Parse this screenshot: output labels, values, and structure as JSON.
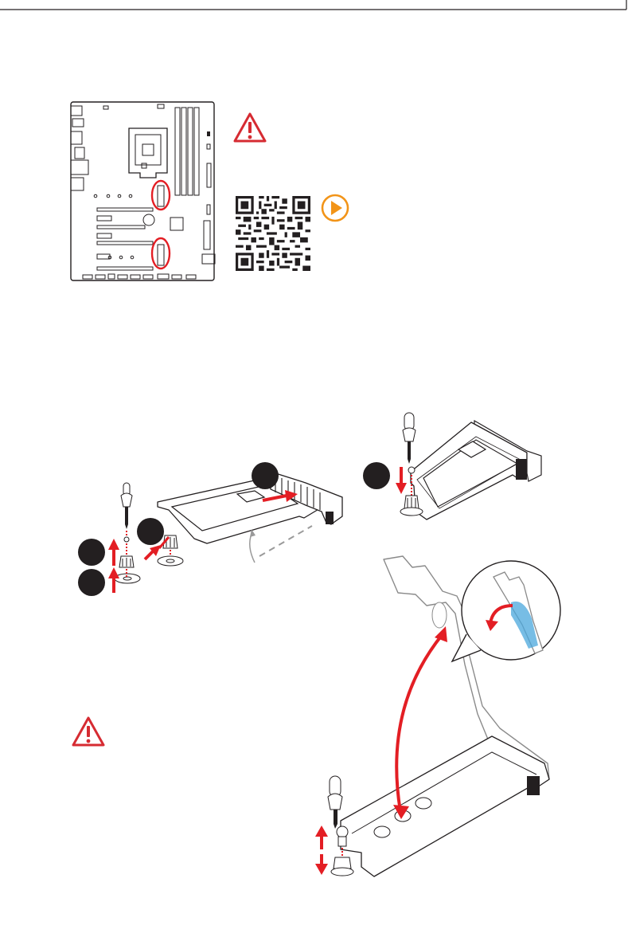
{
  "colors": {
    "ink": "#231f20",
    "line": "#3a3a3a",
    "gray": "#9a9a9a",
    "accent_red": "#e31e24",
    "warning_red": "#d62b32",
    "play_orange": "#f29418",
    "clip_blue": "#4aa7dc"
  },
  "icons": {
    "warning_top": "warning-triangle-icon",
    "warning_bottom": "warning-triangle-icon",
    "video": "play-icon",
    "qr": "qr-code-icon"
  },
  "figures": {
    "motherboard": "motherboard-layout-m2-slots-highlighted",
    "step_remove": "m2-heatsink-removal",
    "step_install": "m2-ssd-install-screw",
    "step_bracket": "m2-bracket-flip-install"
  }
}
